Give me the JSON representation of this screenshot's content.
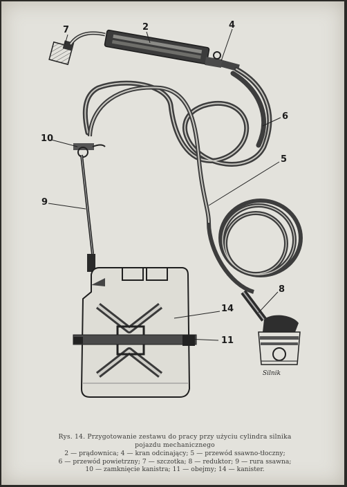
{
  "figure": {
    "labels": {
      "l7": "7",
      "l2": "2",
      "l4": "4",
      "l6": "6",
      "l5": "5",
      "l10": "10",
      "l9": "9",
      "l8": "8",
      "l14": "14",
      "l11": "11"
    },
    "engine_label": "Silnik"
  },
  "caption": {
    "title_line1": "Rys. 14. Przygotowanie zestawu do pracy przy użyciu cylindra silnika",
    "title_line2": "pojazdu mechanicznego",
    "legend_line1": "2 — prądownica; 4 — kran odcinający; 5 — przewód ssawno-tłoczny;",
    "legend_line2": "6 — przewód powietrzny; 7 — szczotka; 8 — reduktor; 9 — rura ssawna;",
    "legend_line3": "10 — zamknięcie kanistra; 11 — obejmy; 14 — kanister."
  }
}
